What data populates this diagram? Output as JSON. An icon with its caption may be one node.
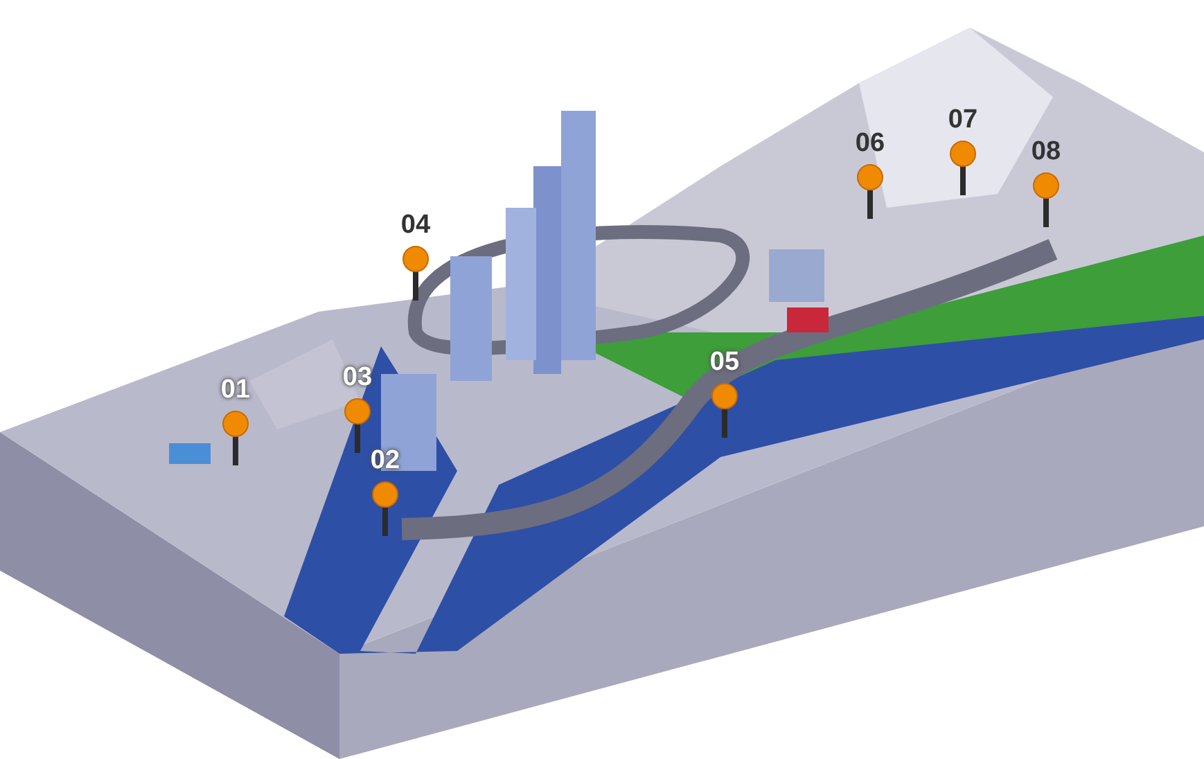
{
  "diagram": {
    "labels": [
      "01",
      "02",
      "03",
      "04",
      "05",
      "06",
      "07",
      "08"
    ]
  }
}
